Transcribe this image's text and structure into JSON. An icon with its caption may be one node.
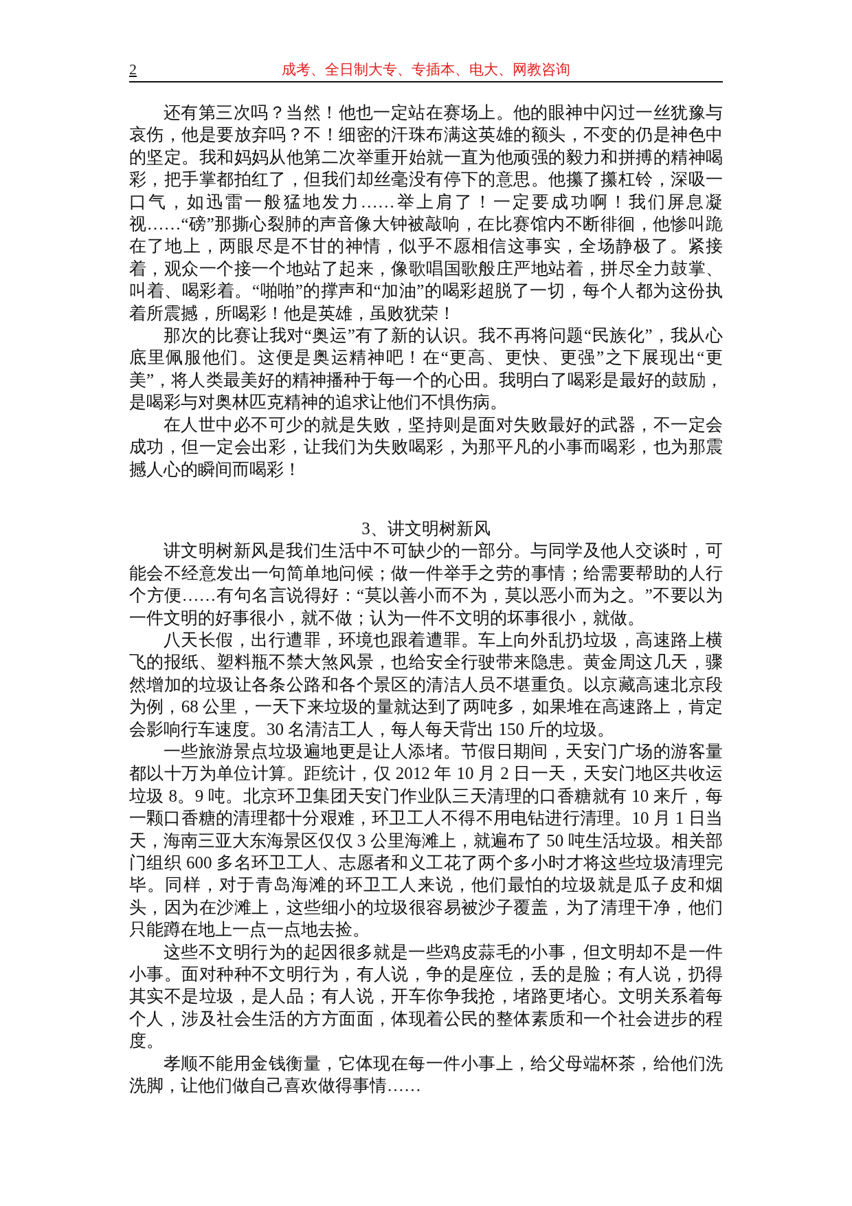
{
  "diagram": {
    "labels": [
      "2",
      "成考、全日制大专、专插本、电大、网教咨询",
      "还有第三次吗？当然！他也一定站在赛场上。他的眼神中闪过一丝犹豫与哀伤，他是要放弃吗？不！细密的汗珠布满这英雄的额头，不变的仍是神色中的坚定。我和妈妈从他第二次举重开始就一直为他顽强的毅力和拼搏的精神喝彩，把手掌都拍红了，但我们却丝毫没有停下的意思。他攥了攥杠铃，深吸一口气，如迅雷一般猛地发力……举上肩了！一定要成功啊！我们屏息凝视……“磅”那撕心裂肺的声音像大钟被敲响，在比赛馆内不断徘徊，他惨叫跪在了地上，两眼尽是不甘的神情，似乎不愿相信这事实，全场静极了。紧接着，观众一个接一个地站了起来，像歌唱国歌般庄严地站着，拼尽全力鼓掌、叫着、喝彩着。“啪啪”的撑声和“加油”的喝彩超脱了一切，每个人都为这份执着所震撼，所喝彩！他是英雄，虽败犹荣！",
      "那次的比赛让我对“奥运”有了新的认识。我不再将问题“民族化”，我从心底里佩服他们。这便是奥运精神吧！在“更高、更快、更强”之下展现出“更美”，将人类最美好的精神播种于每一个的心田。我明白了喝彩是最好的鼓励，是喝彩与对奥林匹克精神的追求让他们不惧伤病。",
      "在人世中必不可少的就是失败，坚持则是面对失败最好的武器，不一定会成功，但一定会出彩，让我们为失败喝彩，为那平凡的小事而喝彩，也为那震撼人心的瞬间而喝彩！",
      "3、讲文明树新风",
      "讲文明树新风是我们生活中不可缺少的一部分。与同学及他人交谈时，可能会不经意发出一句简单地问候；做一件举手之劳的事情；给需要帮助的人行个方便……有句名言说得好：“莫以善小而不为，莫以恶小而为之。”不要以为一件文明的好事很小，就不做；认为一件不文明的坏事很小，就做。",
      "八天长假，出行遭罪，环境也跟着遭罪。车上向外乱扔垃圾，高速路上横飞的报纸、塑料瓶不禁大煞风景，也给安全行驶带来隐患。黄金周这几天，骤然增加的垃圾让各条公路和各个景区的清洁人员不堪重负。以京藏高速北京段为例，68 公里，一天下来垃圾的量就达到了两吨多，如果堆在高速路上，肯定会影响行车速度。30 名清洁工人，每人每天背出 150 斤的垃圾。",
      "一些旅游景点垃圾遍地更是让人添堵。节假日期间，天安门广场的游客量都以十万为单位计算。距统计，仅 2012 年 10 月 2 日一天，天安门地区共收运垃圾 8。9 吨。北京环卫集团天安门作业队三天清理的口香糖就有 10 来斤，每一颗口香糖的清理都十分艰难，环卫工人不得不用电钻进行清理。10 月 1 日当天，海南三亚大东海景区仅仅 3 公里海滩上，就遍布了 50 吨生活垃圾。相关部门组织 600 多名环卫工人、志愿者和义工花了两个多小时才将这些垃圾清理完毕。同样，对于青岛海滩的环卫工人来说，他们最怕的垃圾就是瓜子皮和烟头，因为在沙滩上，这些细小的垃圾很容易被沙子覆盖，为了清理干净，他们只能蹲在地上一点一点地去捡。",
      "这些不文明行为的起因很多就是一些鸡皮蒜毛的小事，但文明却不是一件小事。面对种种不文明行为，有人说，争的是座位，丢的是脸；有人说，扔得其实不是垃圾，是人品；有人说，开车你争我抢，堵路更堵心。文明关系着每个人，涉及社会生活的方方面面，体现着公民的整体素质和一个社会进步的程度。",
      "孝顺不能用金钱衡量，它体现在每一件小事上，给父母端杯茶，给他们洗洗脚，让他们做自己喜欢做得事情……"
    ]
  }
}
